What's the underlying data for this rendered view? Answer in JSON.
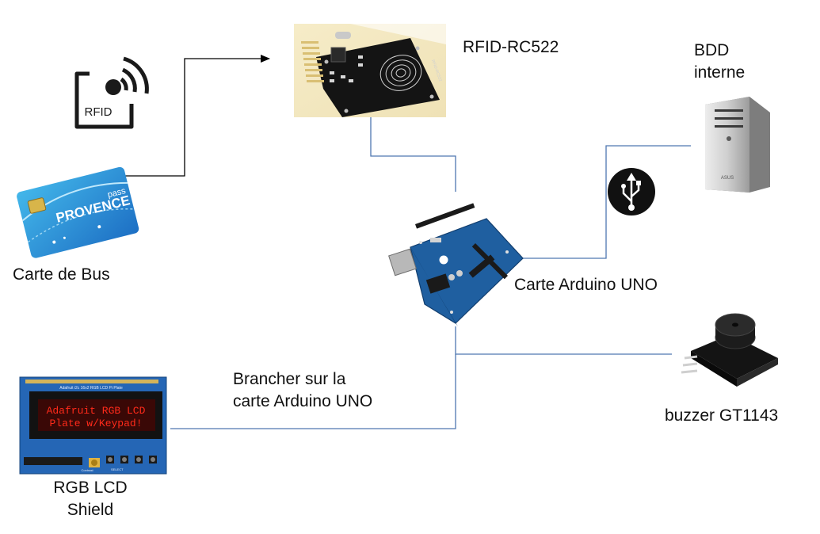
{
  "labels": {
    "rfid_module": "RFID-RC522",
    "bdd_line1": "BDD",
    "bdd_line2": "interne",
    "bus_card": "Carte de Bus",
    "arduino": "Carte Arduino UNO",
    "connect_line1": "Brancher sur la",
    "connect_line2": "carte Arduino UNO",
    "buzzer": "buzzer GT1143",
    "lcd_line1": "RGB LCD",
    "lcd_line2": "Shield"
  },
  "icons": {
    "rfid_tag_text": "RFID",
    "bus_card_brand": "PROVENCE",
    "bus_card_sub": "pass",
    "rfid_board_text": "RFID-RC522",
    "lcd_board_header": "Adafruit i2c 16x2 RGB LCD Pi Plate",
    "lcd_screen_line1": "Adafruit RGB LCD",
    "lcd_screen_line2": "Plate w/Keypad!",
    "lcd_select": "SELECT",
    "lcd_contrast": "Contrast",
    "pc_brand": "ASUS"
  },
  "colors": {
    "connector": "#4f77b0",
    "arrow": "#000000",
    "arduino_board": "#1f5fa0",
    "lcd_board": "#2566b5",
    "lcd_screen_text": "#ff2a1a"
  }
}
